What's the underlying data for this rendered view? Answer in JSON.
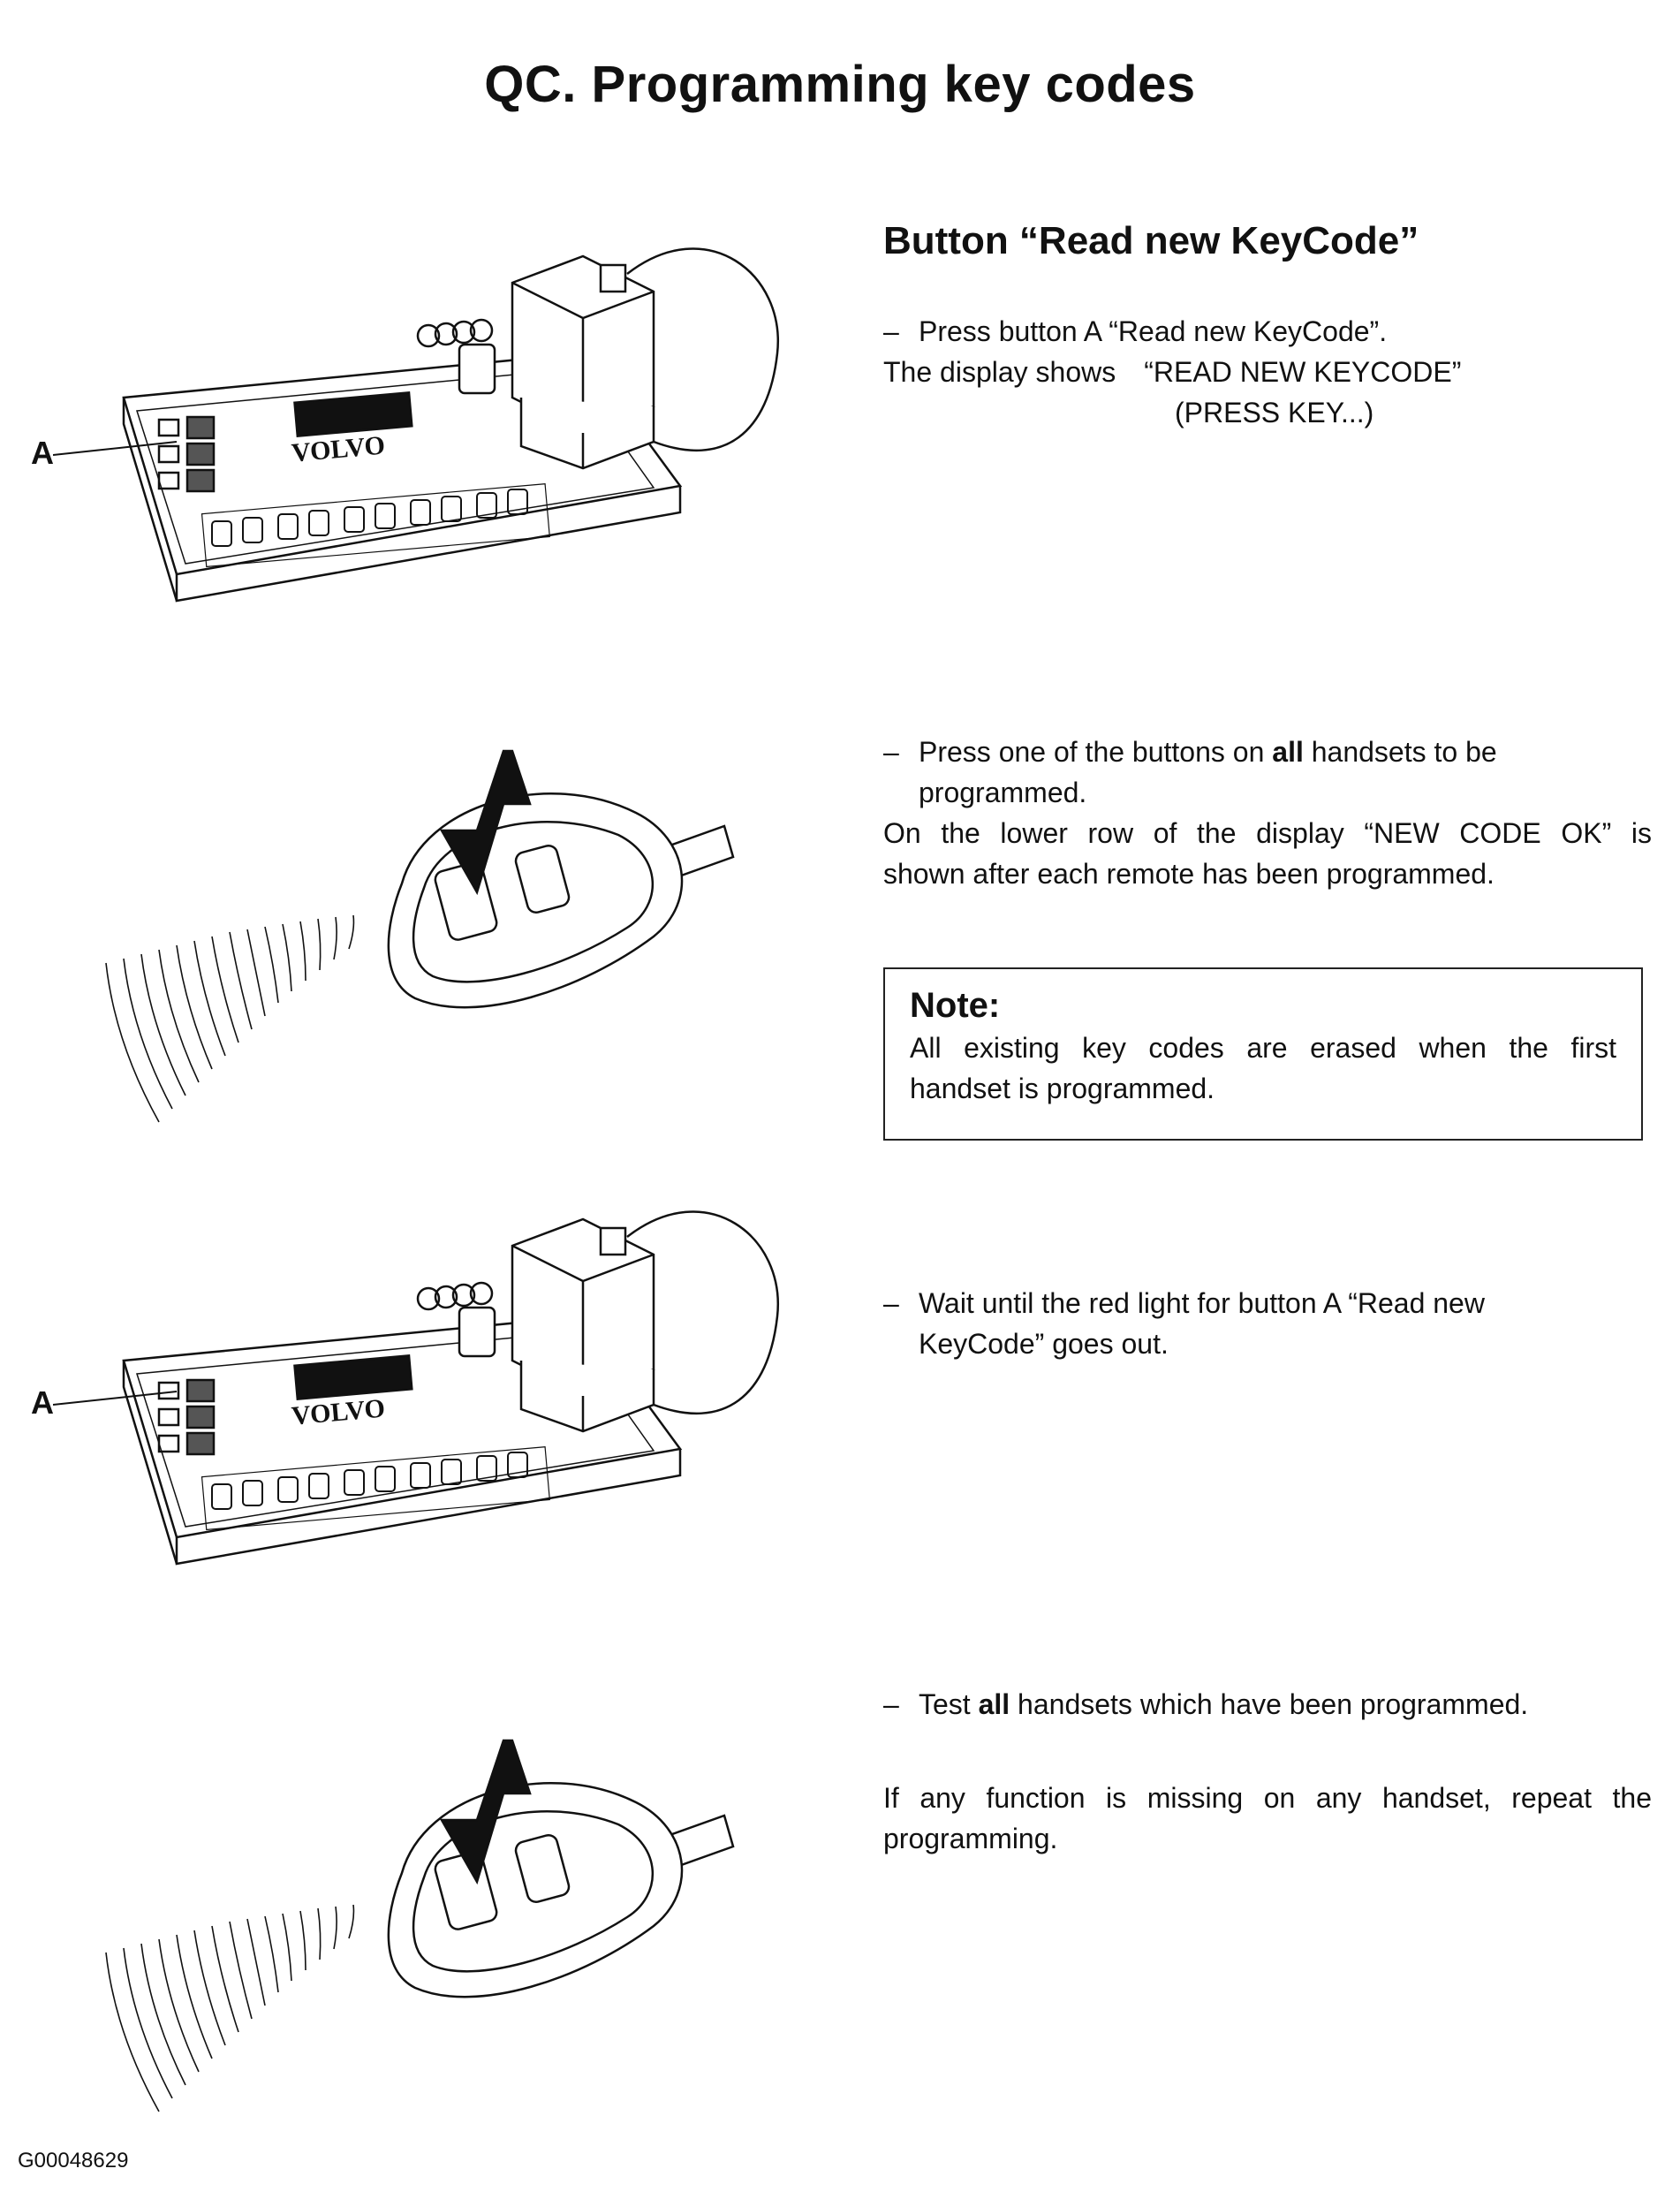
{
  "title": "QC. Programming key codes",
  "section": {
    "heading": "Button “Read new KeyCode”"
  },
  "steps": [
    {
      "lines": [
        "Press button A “Read new KeyCode”.",
        "The display  shows",
        "“READ NEW KEYCODE”",
        "(PRESS KEY...)"
      ]
    },
    {
      "line1_a": "Press one of the buttons on ",
      "line1_bold": "all",
      "line1_b": " handsets to be",
      "line1_cont": "programmed.",
      "line2": "On the lower row of the display “NEW CODE OK” is",
      "line3": "shown after each remote has been programmed."
    },
    {
      "line1": "Wait until the red light for button A “Read new",
      "line1_cont": "KeyCode” goes out."
    },
    {
      "line1_a": "Test ",
      "line1_bold": "all",
      "line1_b": " handsets which have been programmed.",
      "line2": "If any function is missing on any handset, repeat the",
      "line3": "programming."
    }
  ],
  "note": {
    "title": "Note:",
    "line1": "All existing key codes are erased when the first",
    "line2": "handset is programmed."
  },
  "figures": {
    "tester_label": "A",
    "brand": "VOLVO"
  },
  "footer": "G00048629"
}
